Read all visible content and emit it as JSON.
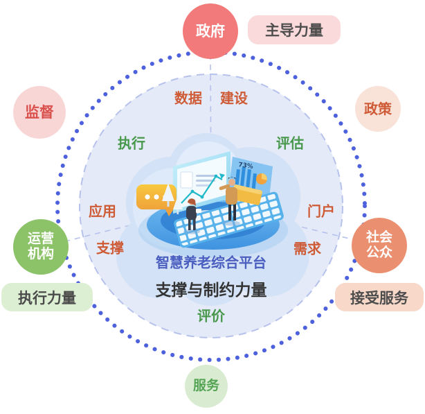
{
  "diagram": {
    "title": "智慧养老综合平台",
    "center_label": "支撑与制约力量",
    "nodes": {
      "government": {
        "label": "政府",
        "tag": "主导力量"
      },
      "supervision": {
        "label": "监督"
      },
      "policy": {
        "label": "政策"
      },
      "operator": {
        "line1": "运营",
        "line2": "机构",
        "tag": "执行力量"
      },
      "public": {
        "line1": "社会",
        "line2": "公众",
        "tag": "接受服务"
      },
      "service": {
        "label": "服务"
      }
    },
    "inner_labels": {
      "data": "数据",
      "construction": "建设",
      "execute": "执行",
      "evaluate": "评估",
      "application": "应用",
      "portal": "门户",
      "support": "支撑",
      "demand": "需求",
      "evaluation": "评价"
    },
    "illustration": {
      "percent": "73%"
    },
    "colors": {
      "dot_ring_blue": "#4d61dd",
      "inner_circle_fill": "#e4eaf7",
      "inner_circle_border": "#b6c1ec",
      "government_red": "#f27a7a",
      "pink_light": "#fadada",
      "supervision_pink": "#f9d6d6",
      "supervision_text": "#d9504c",
      "policy_peach": "#f9e2d8",
      "salmon_orange": "#ea9070",
      "peach_light": "#f8d8c9",
      "operator_green": "#8cc368",
      "green_light": "#dcefd2",
      "service_green_bg": "#d9ecd2",
      "service_green_text": "#55a455",
      "label_orange": "#ce5b36",
      "label_green": "#47984a",
      "title_blue": "#4a5ec0",
      "dark_text": "#4d4d4d"
    }
  }
}
